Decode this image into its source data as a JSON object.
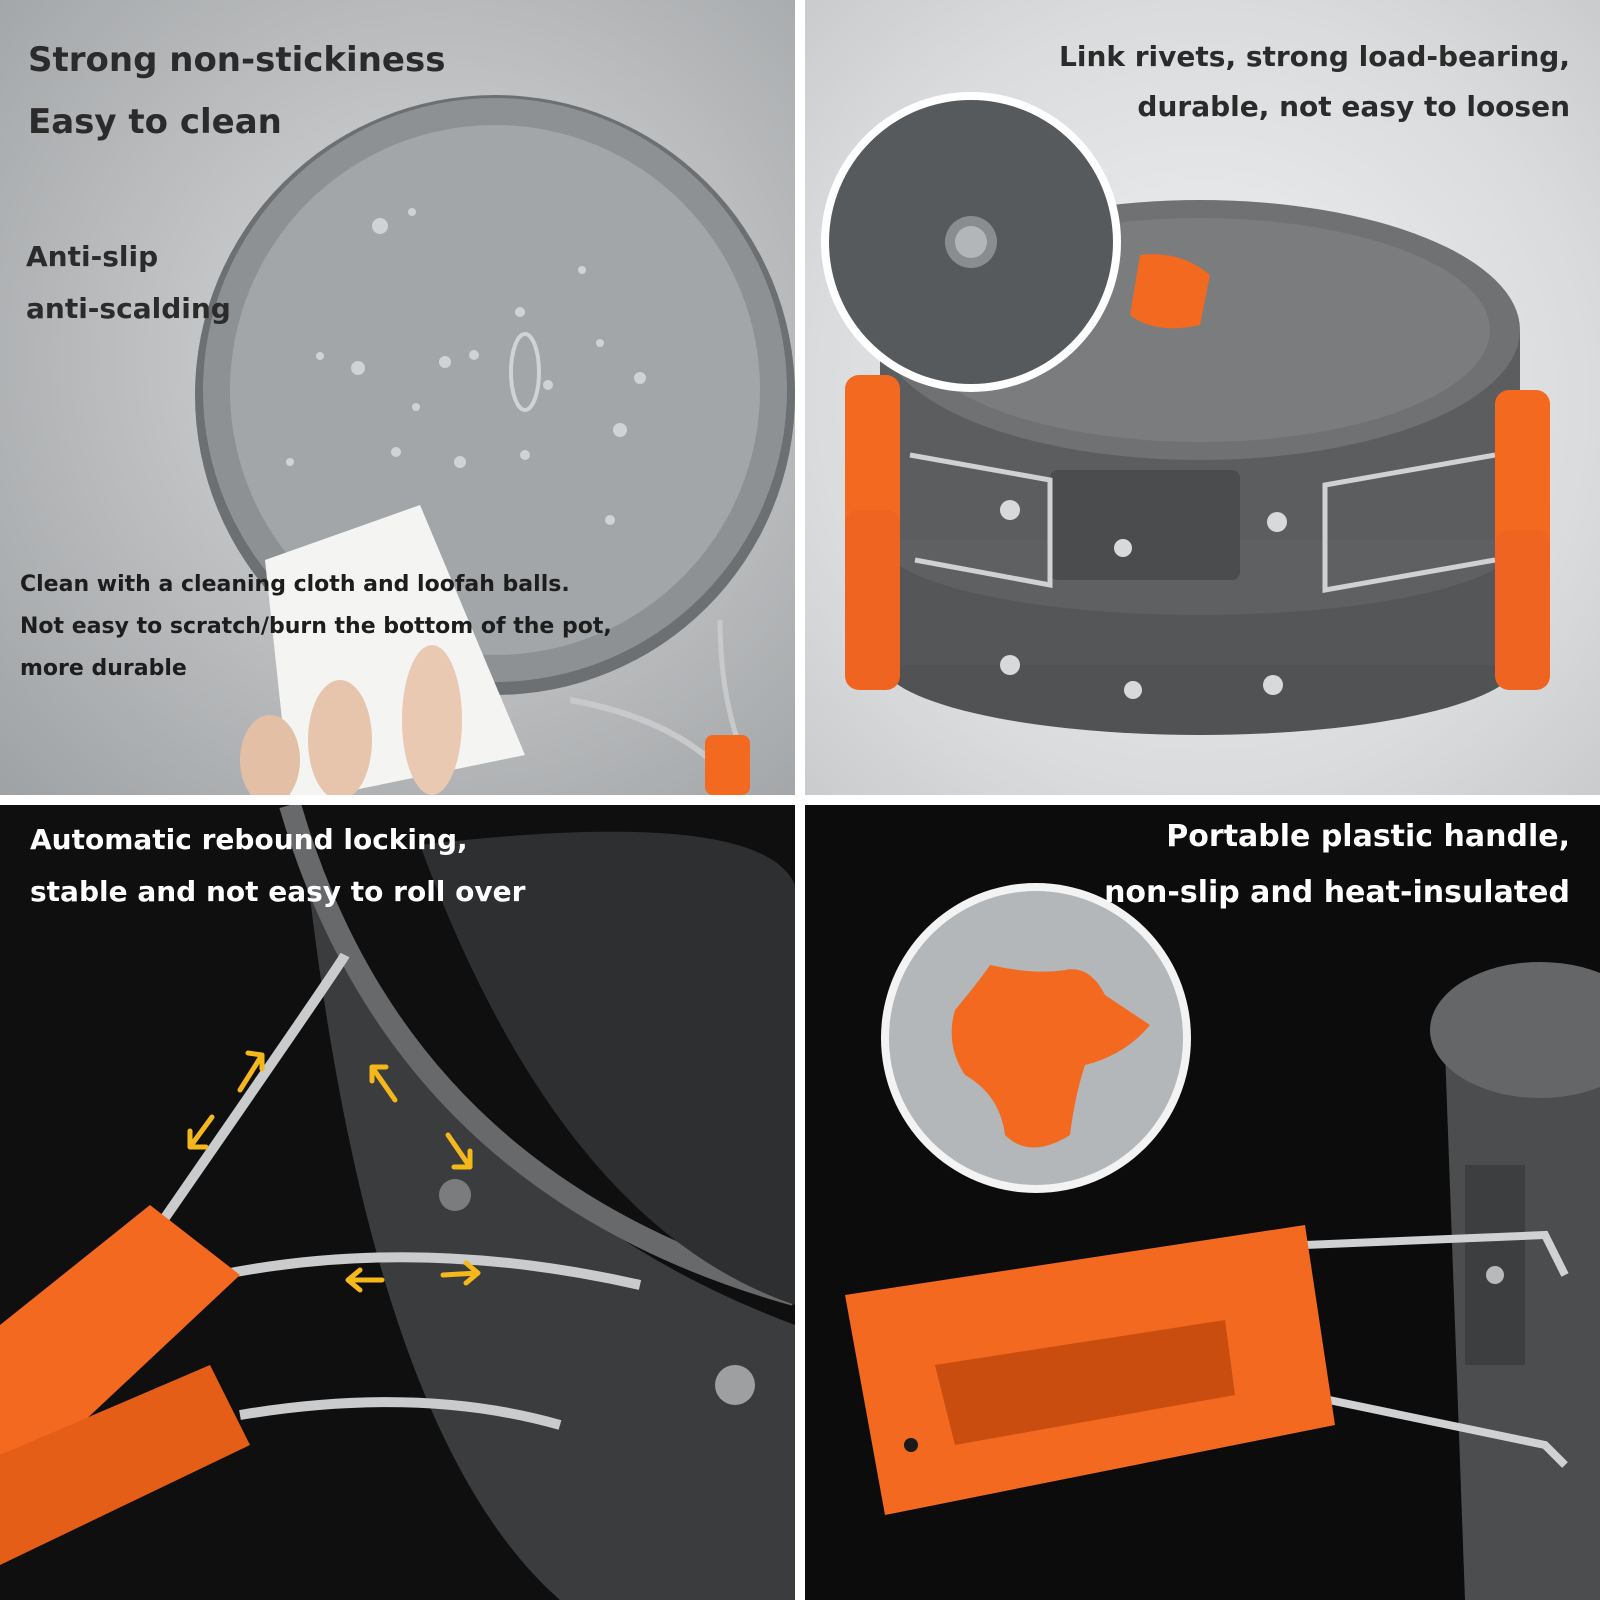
{
  "panels": {
    "non_stick": {
      "heading_line1": "Strong non-stickiness",
      "heading_line2": "Easy to clean",
      "subheading_line1": "Anti-slip",
      "subheading_line2": "anti-scalding",
      "caption_line1": "Clean with a cleaning cloth and loofah balls.",
      "caption_line2": "Not easy to scratch/burn the bottom of the pot,",
      "caption_line3": "more durable"
    },
    "rivets": {
      "caption_line1": "Link rivets, strong load-bearing,",
      "caption_line2": "durable, not easy to loosen"
    },
    "locking": {
      "caption_line1": "Automatic rebound locking,",
      "caption_line2": "stable and not easy to roll over"
    },
    "handle": {
      "caption_line1": "Portable plastic handle,",
      "caption_line2": "non-slip and heat-insulated"
    }
  },
  "colors": {
    "accent_orange": "#f2691f",
    "arrow_yellow": "#f4b81a",
    "pot_gray": "#6a6c6e"
  }
}
